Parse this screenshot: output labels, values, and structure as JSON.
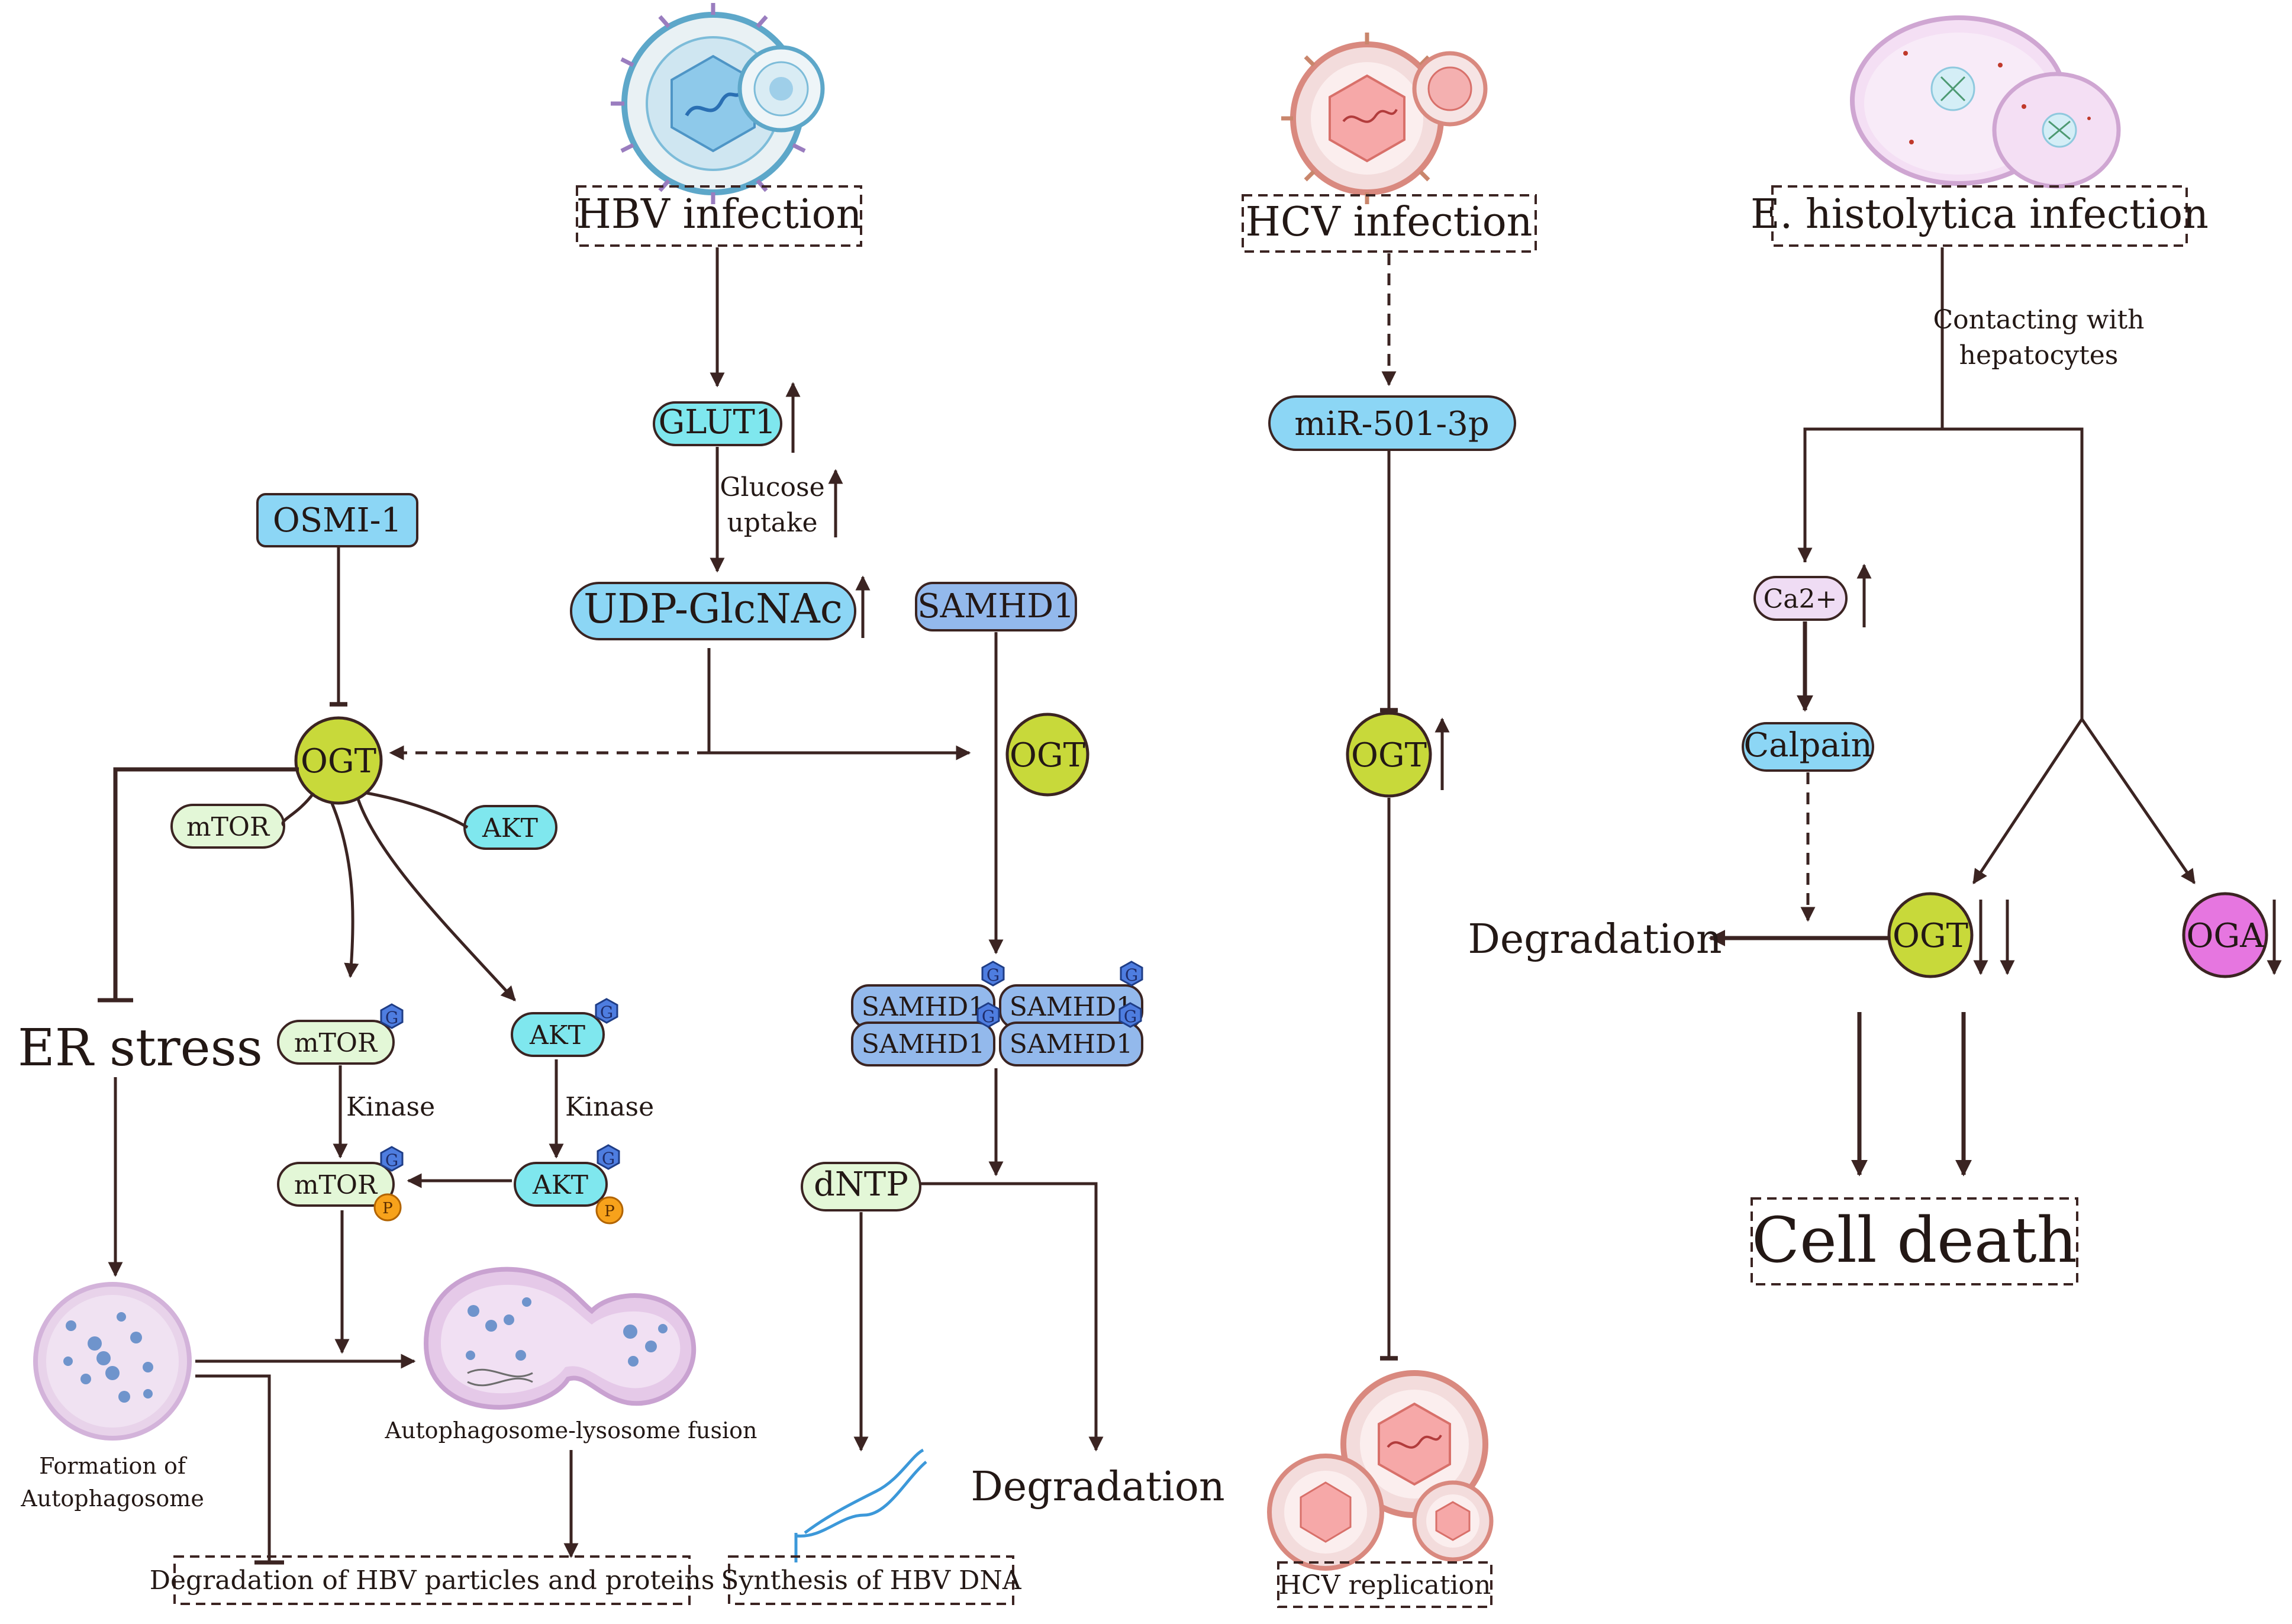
{
  "hbv": {
    "infection": "HBV infection",
    "glut1": "GLUT1",
    "glucose_uptake_1": "Glucose",
    "glucose_uptake_2": "uptake",
    "udp": "UDP-GlcNAc",
    "osmi": "OSMI-1",
    "ogt": "OGT",
    "mtor": "mTOR",
    "akt": "AKT",
    "er_stress": "ER stress",
    "kinase": "Kinase",
    "g_mark": "G",
    "p_mark": "P",
    "formation_1": "Formation of",
    "formation_2": "Autophagosome",
    "fusion": "Autophagosome-lysosome fusion",
    "degradation_box": "Degradation of HBV particles and proteins",
    "samhd1": "SAMHD1",
    "dntp": "dNTP",
    "synthesis_box": "Synthesis of HBV DNA",
    "degradation": "Degradation"
  },
  "hcv": {
    "infection": "HCV infection",
    "mir": "miR-501-3p",
    "ogt": "OGT",
    "replication": "HCV replication"
  },
  "eh": {
    "infection": "E. histolytica infection",
    "contact_1": "Contacting with",
    "contact_2": "hepatocytes",
    "ca": "Ca2+",
    "calpain": "Calpain",
    "degradation": "Degradation",
    "ogt": "OGT",
    "oga": "OGA",
    "cell_death": "Cell death"
  },
  "colors": {
    "cyan_pill": "#7fe7ee",
    "blue_pill": "#8cd6f5",
    "samhd1_pill": "#93b9ec",
    "ogt_node": "#c8d93a",
    "oga_node": "#e676e0",
    "glyco_badge": "#4e7de0",
    "phospho_badge": "#f7a21b"
  }
}
